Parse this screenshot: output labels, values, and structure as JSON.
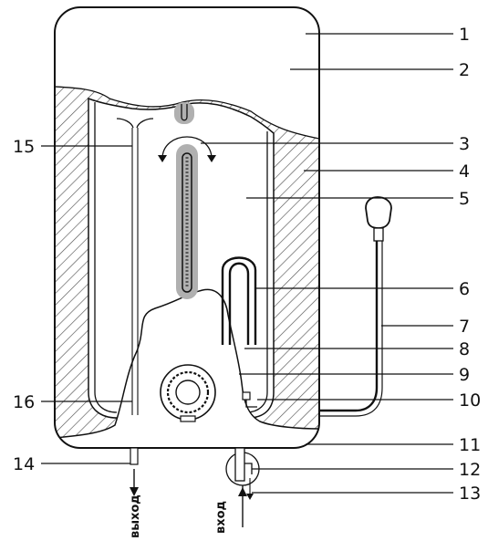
{
  "callouts": {
    "c1": "1",
    "c2": "2",
    "c3": "3",
    "c4": "4",
    "c5": "5",
    "c6": "6",
    "c7": "7",
    "c8": "8",
    "c9": "9",
    "c10": "10",
    "c11": "11",
    "c12": "12",
    "c13": "13",
    "c14": "14",
    "c15": "15",
    "c16": "16"
  },
  "labels": {
    "outlet": "выход",
    "inlet": "вход"
  },
  "colors": {
    "outline": "#111111",
    "hatch": "#555555",
    "fill": "#ffffff",
    "heater_gray": "#b0b0b0"
  }
}
